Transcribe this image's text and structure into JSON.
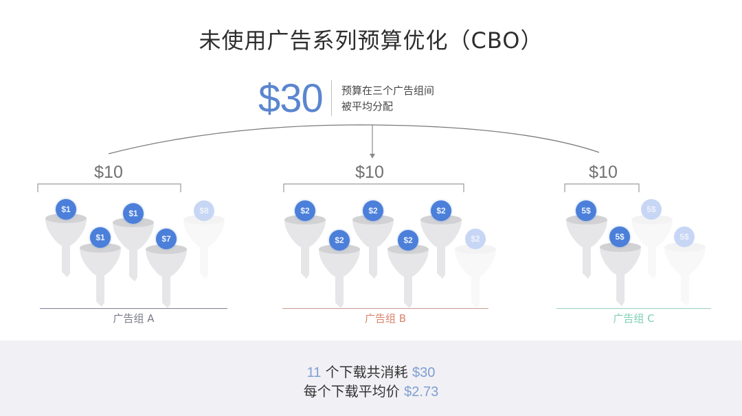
{
  "title": "未使用广告系列预算优化（CBO）",
  "budget": {
    "total": "$30",
    "description_line1": "预算在三个广告组间",
    "description_line2": "被平均分配"
  },
  "colors": {
    "accent_blue": "#5b86cf",
    "coin_blue": "#4b7fd9",
    "group_a": "#7a7a9a",
    "group_b": "#d9826a",
    "group_c": "#7ccfb5"
  },
  "groups": [
    {
      "amount": "$10",
      "label": "广告组 A",
      "funnels": [
        {
          "coin": "$1",
          "faded": false
        },
        {
          "coin": "$1",
          "faded": false
        },
        {
          "coin": "$1",
          "faded": false
        },
        {
          "coin": "$7",
          "faded": false
        },
        {
          "coin": "$8",
          "faded": true
        }
      ]
    },
    {
      "amount": "$10",
      "label": "广告组 B",
      "funnels": [
        {
          "coin": "$2",
          "faded": false
        },
        {
          "coin": "$2",
          "faded": false
        },
        {
          "coin": "$2",
          "faded": false
        },
        {
          "coin": "$2",
          "faded": false
        },
        {
          "coin": "$2",
          "faded": false
        },
        {
          "coin": "$2",
          "faded": true
        }
      ]
    },
    {
      "amount": "$10",
      "label": "广告组 C",
      "funnels": [
        {
          "coin": "5$",
          "faded": false
        },
        {
          "coin": "5$",
          "faded": false
        },
        {
          "coin": "5$",
          "faded": true
        },
        {
          "coin": "5$",
          "faded": true
        }
      ]
    }
  ],
  "summary": {
    "line1_count": "11",
    "line1_text": " 个下载共消耗 ",
    "line1_amount": "$30",
    "line2_text": "每个下载平均价 ",
    "line2_amount": "$2.73"
  }
}
